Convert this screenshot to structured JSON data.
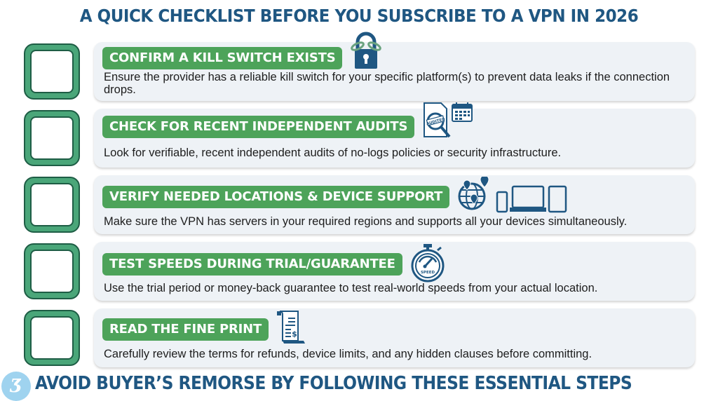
{
  "header": {
    "title": "A QUICK CHECKLIST BEFORE YOU SUBSCRIBE TO A VPN IN 2026"
  },
  "checklist": [
    {
      "heading": "CONFIRM A KILL SWITCH EXISTS",
      "description": "Ensure the provider has a reliable kill switch for your specific platform(s) to prevent data leaks if the connection drops.",
      "icon": "broken-chain-padlock-icon",
      "checked": false
    },
    {
      "heading": "CHECK FOR RECENT INDEPENDENT AUDITS",
      "description": "Look for verifiable, recent independent audits of no-logs policies or security infrastructure.",
      "icon": "audited-document-magnifier-calendar-icon",
      "icon_text": "AUDITED",
      "checked": false
    },
    {
      "heading": "VERIFY NEEDED LOCATIONS & DEVICE SUPPORT",
      "description": "Make sure the VPN has servers in your required regions and supports all your devices simultaneously.",
      "icon": "globe-pins-devices-icon",
      "checked": false
    },
    {
      "heading": "TEST SPEEDS DURING TRIAL/GUARANTEE",
      "description": "Use the trial period or money-back guarantee to test real-world speeds from your actual location.",
      "icon": "stopwatch-speed-icon",
      "icon_text": "SPEED",
      "checked": false
    },
    {
      "heading": "READ THE FINE PRINT",
      "description": "Carefully review the terms for refunds, device limits, and any hidden clauses before committing.",
      "icon": "scroll-document-dollar-icon",
      "icon_text": "$",
      "checked": false
    }
  ],
  "footer": {
    "logo_glyph": "Ʒ",
    "text": "AVOID BUYER’S REMORSE BY FOLLOWING THESE ESSENTIAL STEPS"
  },
  "colors": {
    "title_blue": "#1f5782",
    "pill_green": "#4da35a",
    "checkbox_green": "#4aa679",
    "checkbox_border": "#1e5d45",
    "card_bg": "#eef2f6",
    "icon_blue": "#1f5782",
    "logo_bg": "#9fd3ef"
  }
}
